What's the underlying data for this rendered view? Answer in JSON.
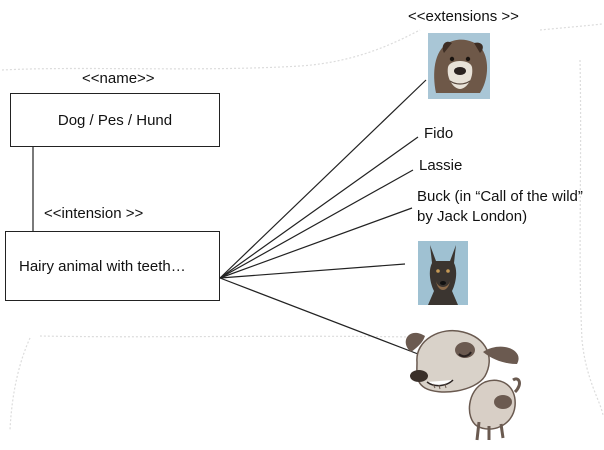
{
  "name_stereotype": "<<name>>",
  "name_box_text": "Dog / Pes / Hund",
  "intension_stereotype": "<<intension >>",
  "intension_box_text": "Hairy animal with teeth…",
  "extensions_stereotype": "<<extensions >>",
  "extensions": {
    "fido": "Fido",
    "lassie": "Lassie",
    "buck_line1": "Buck (in “Call of the wild”",
    "buck_line2": "by Jack London)"
  },
  "images": {
    "bulldog": "bulldog-portrait",
    "doberman": "doberman-portrait",
    "cartoon_dog": "cartoon-dog"
  }
}
